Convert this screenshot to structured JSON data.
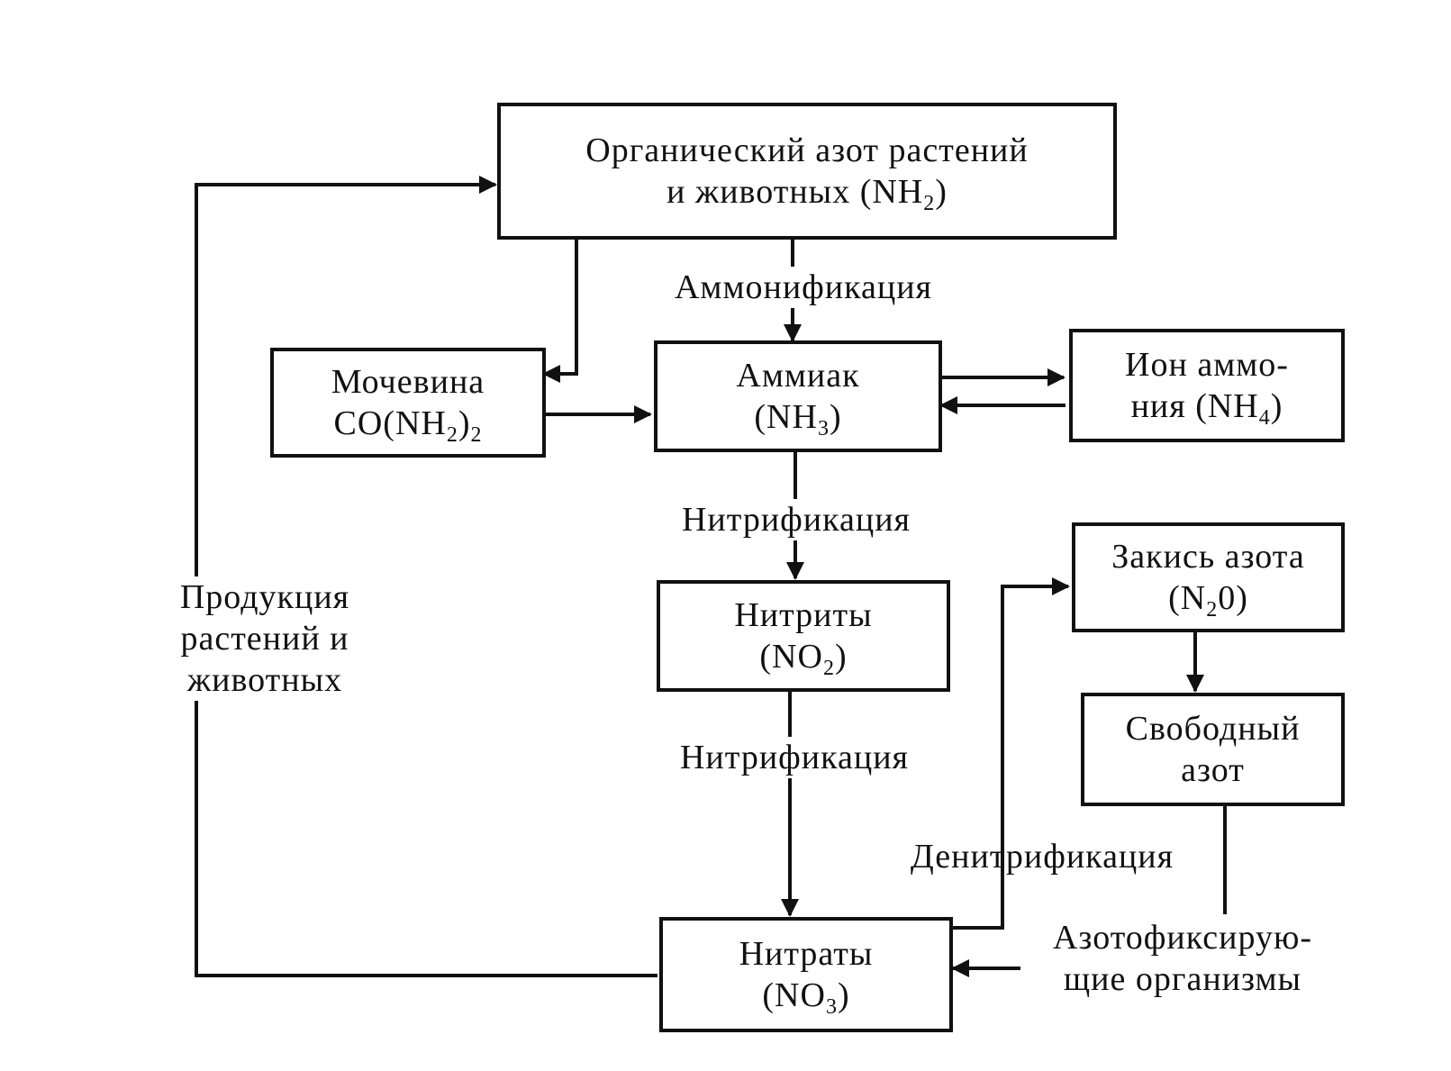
{
  "nodes": {
    "organic": {
      "line1": "Органический азот растений",
      "line2_text": "и животных (NH",
      "line2_sub": "2",
      "line2_close": ")"
    },
    "urea": {
      "line1": "Мочевина",
      "l2a": "CO(NH",
      "l2b": "2",
      "l2c": ")",
      "l2d": "2"
    },
    "ammonia": {
      "line1": "Аммиак",
      "l2a": "(NH",
      "l2b": "3",
      "l2c": ")"
    },
    "ammonium": {
      "line1": "Ион аммо-",
      "l2a": "ния (NH",
      "l2b": "4",
      "l2c": ")"
    },
    "nitrites": {
      "line1": "Нитриты",
      "l2a": "(NO",
      "l2b": "2",
      "l2c": ")"
    },
    "nitrous": {
      "line1": "Закись азота",
      "l2a": "(N",
      "l2b": "2",
      "l2c": "0)"
    },
    "free_n": {
      "line1": "Свободный",
      "line2": "азот"
    },
    "nitrates": {
      "line1": "Нитраты",
      "l2a": "(NO",
      "l2b": "3",
      "l2c": ")"
    }
  },
  "edges": {
    "ammonification": "Аммонификация",
    "nitrification1": "Нитрификация",
    "nitrification2": "Нитрификация",
    "denitrification": "Денитрификация",
    "fixation_line1": "Азотофиксирую-",
    "fixation_line2": "щие организмы",
    "production_line1": "Продукция",
    "production_line2": "растений и",
    "production_line3": "животных"
  }
}
